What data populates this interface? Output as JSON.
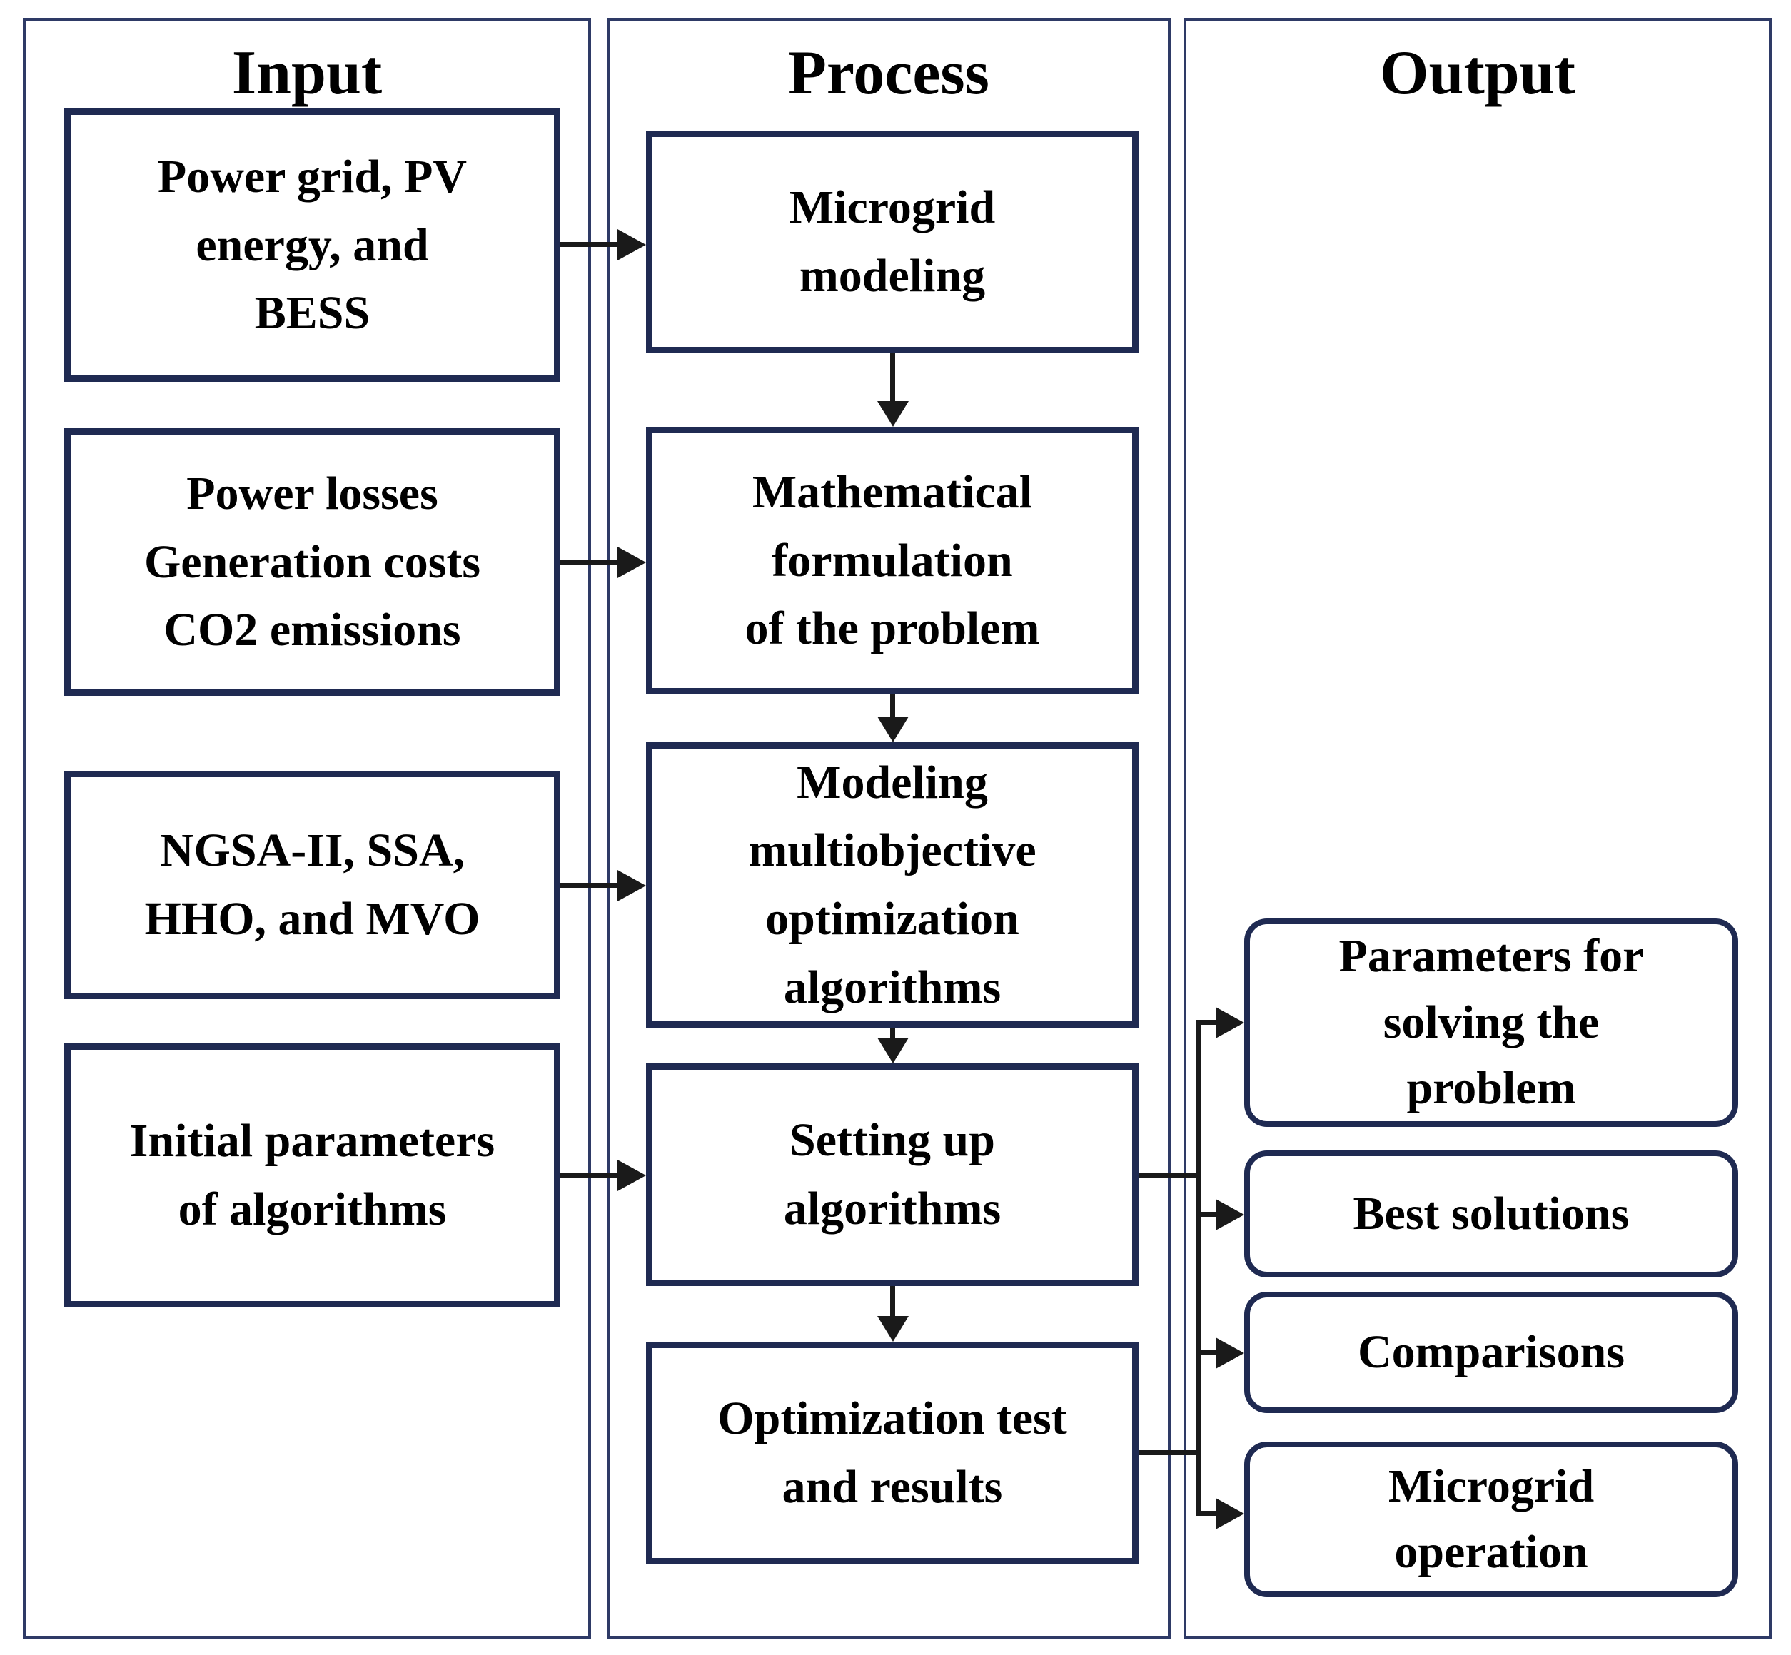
{
  "figure": {
    "type": "flowchart",
    "description": "Three-column methodology flowchart with Input, Process and Output panels connected by arrows"
  },
  "colors": {
    "panel_border": "#2e3a66",
    "box_border": "#1f2a52",
    "connector": "#1a1a1a",
    "text": "#000000",
    "background": "#ffffff"
  },
  "panels": {
    "input": {
      "title": "Input",
      "boxes": [
        {
          "label": "Power grid, PV\nenergy, and\nBESS"
        },
        {
          "label": "Power losses\nGeneration costs\nCO2 emissions"
        },
        {
          "label": "NGSA-II, SSA,\nHHO, and MVO"
        },
        {
          "label": "Initial parameters\nof algorithms"
        }
      ]
    },
    "process": {
      "title": "Process",
      "boxes": [
        {
          "label": "Microgrid\nmodeling"
        },
        {
          "label": "Mathematical\nformulation\nof the problem"
        },
        {
          "label": "Modeling\nmultiobjective\noptimization\nalgorithms"
        },
        {
          "label": "Setting up\nalgorithms"
        },
        {
          "label": "Optimization test\nand results"
        }
      ]
    },
    "output": {
      "title": "Output",
      "boxes": [
        {
          "label": "Parameters for\nsolving the\nproblem"
        },
        {
          "label": "Best solutions"
        },
        {
          "label": "Comparisons"
        },
        {
          "label": "Microgrid\noperation"
        }
      ]
    }
  }
}
